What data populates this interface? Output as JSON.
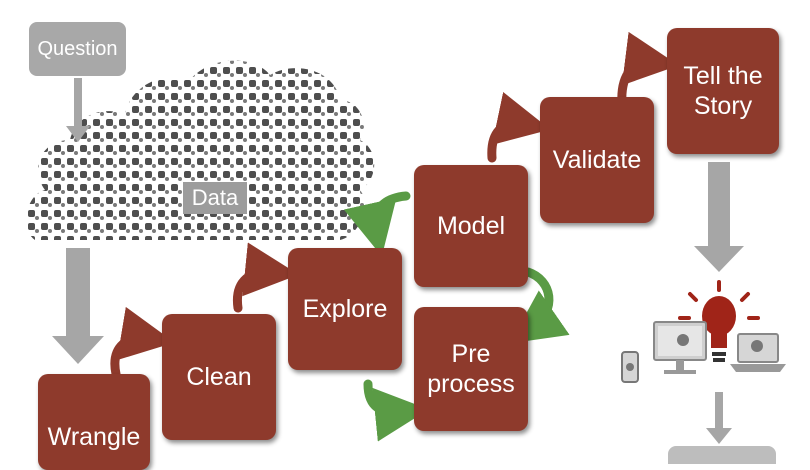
{
  "colors": {
    "step_box": "#8e3a2c",
    "forward_arrow": "#8e3a2c",
    "loop_arrow": "#5a9b45",
    "grey_arrow": "#a6a6a6",
    "bulb": "#a02418"
  },
  "icons": [
    "data-cloud-icon",
    "lightbulb-icon",
    "gear-icon",
    "monitor-icon",
    "laptop-icon",
    "phone-icon"
  ],
  "labels": {
    "question": "Question",
    "data": "Data",
    "wrangle": "Wrangle",
    "clean": "Clean",
    "explore": "Explore",
    "preprocess": "Pre\nprocess",
    "model": "Model",
    "validate": "Validate",
    "tell_story": "Tell the\nStory"
  }
}
